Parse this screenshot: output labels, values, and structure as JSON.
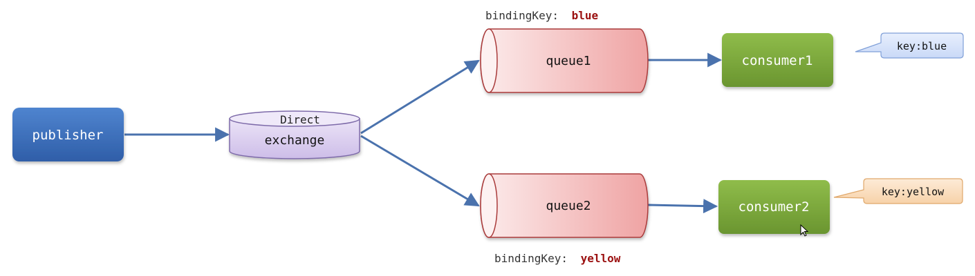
{
  "publisher": {
    "label": "publisher"
  },
  "exchange": {
    "type": "Direct",
    "label": "exchange"
  },
  "queues": [
    {
      "label": "queue1",
      "binding_prefix": "bindingKey:",
      "binding_key": "blue"
    },
    {
      "label": "queue2",
      "binding_prefix": "bindingKey:",
      "binding_key": "yellow"
    }
  ],
  "consumers": [
    {
      "label": "consumer1",
      "callout": "key:blue"
    },
    {
      "label": "consumer2",
      "callout": "key:yellow"
    }
  ],
  "colors": {
    "publisher": "#3b6fbf",
    "exchange": "#d9ccef",
    "queue": "#f2b2b2",
    "consumer": "#7faa3c",
    "arrow": "#4a72ad",
    "binding_key": "#9b1010",
    "callout_blue": "#dbe6fb",
    "callout_yellow": "#fbe2c6"
  },
  "icons": {
    "cursor": "mouse-pointer-icon"
  }
}
